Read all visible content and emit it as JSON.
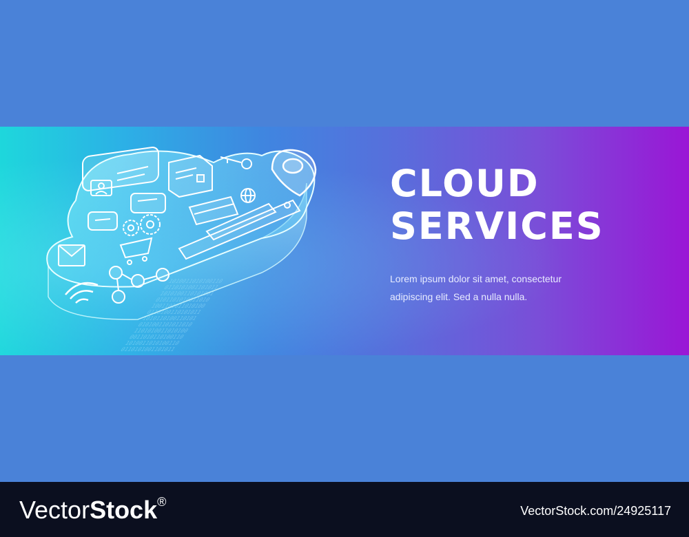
{
  "banner": {
    "headline_line1": "CLOUD",
    "headline_line2": "SERVICES",
    "desc_line1": "Lorem ipsum dolor sit amet, consectetur",
    "desc_line2": "adipiscing elit. Sed a nulla nulla.",
    "colors": {
      "gradient_start": "#1ed7dc",
      "gradient_end": "#9a16d6",
      "page_bg": "#4a82d8"
    }
  },
  "illustration": {
    "icons": [
      "chat-bubble-icon",
      "user-profile-icon",
      "document-check-icon",
      "key-icon",
      "location-pin-icon",
      "globe-icon",
      "credit-card-icon",
      "search-bar-icon",
      "gears-icon",
      "envelope-icon",
      "shopping-cart-icon",
      "network-users-icon",
      "wifi-icon"
    ]
  },
  "footer": {
    "logo_part1": "Vector",
    "logo_part2": "Stock",
    "logo_mark": "®",
    "credit": "VectorStock.com/24925117"
  }
}
